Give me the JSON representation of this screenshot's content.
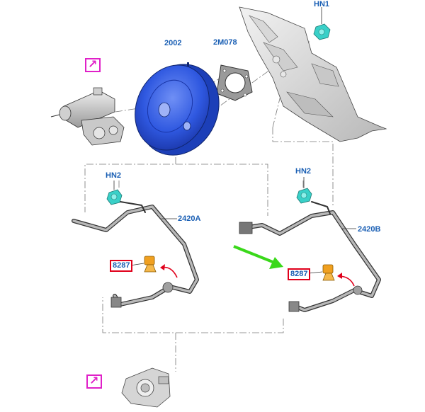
{
  "labels": {
    "booster": "2002",
    "gasket": "2M078",
    "nut_top": "HN1",
    "nut_left": "HN2",
    "nut_right": "HN2",
    "hose_left": "2420A",
    "hose_right": "2420B",
    "valve_left": "8287",
    "valve_right": "8287"
  },
  "icons": {
    "ref_top": "arrow-up-right-icon",
    "ref_bottom": "arrow-up-right-icon"
  },
  "colors": {
    "label_text": "#1a5fb4",
    "highlight_box": "#e0001b",
    "ref_box": "#e020c8",
    "booster": "#2f58e0",
    "nut": "#39d0c8",
    "valve": "#f0a020",
    "pointer_arrow": "#3ad81a",
    "red_arrow": "#e0001b"
  }
}
